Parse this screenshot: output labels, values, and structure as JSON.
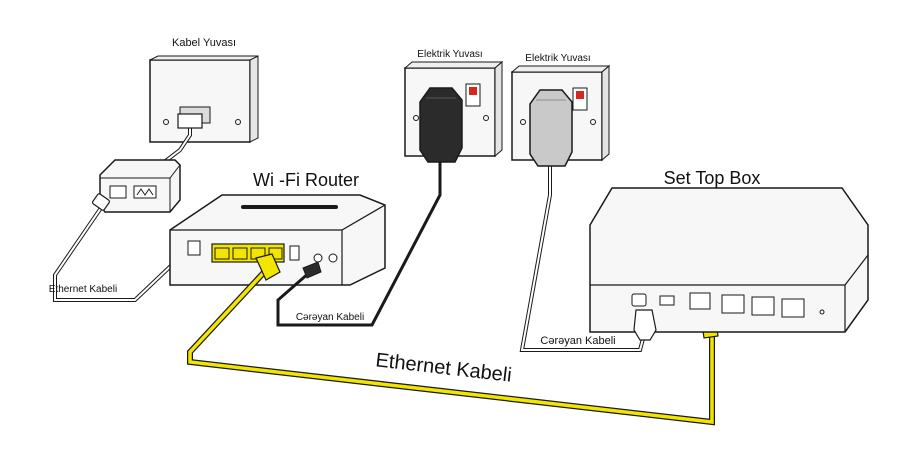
{
  "labels": {
    "cable_socket": "Kabel Yuvası",
    "power_socket_1": "Elektrik Yuvası",
    "power_socket_2": "Elektrik Yuvası",
    "router": "Wi -Fi Router",
    "set_top_box": "Set Top Box",
    "ethernet_cable_small": "Ethernet Kabeli",
    "power_cable_1": "Cərəyan Kabeli",
    "power_cable_2": "Cərəyan Kabeli",
    "ethernet_cable_main": "Ethernet Kabeli"
  },
  "colors": {
    "ethernet": "#f2e600",
    "outline": "#1a1a1a",
    "adapter_black": "#2b2b2b",
    "adapter_grey": "#c9c9c9",
    "switch_red": "#d9261c",
    "device_fill": "#f4f4f4"
  }
}
